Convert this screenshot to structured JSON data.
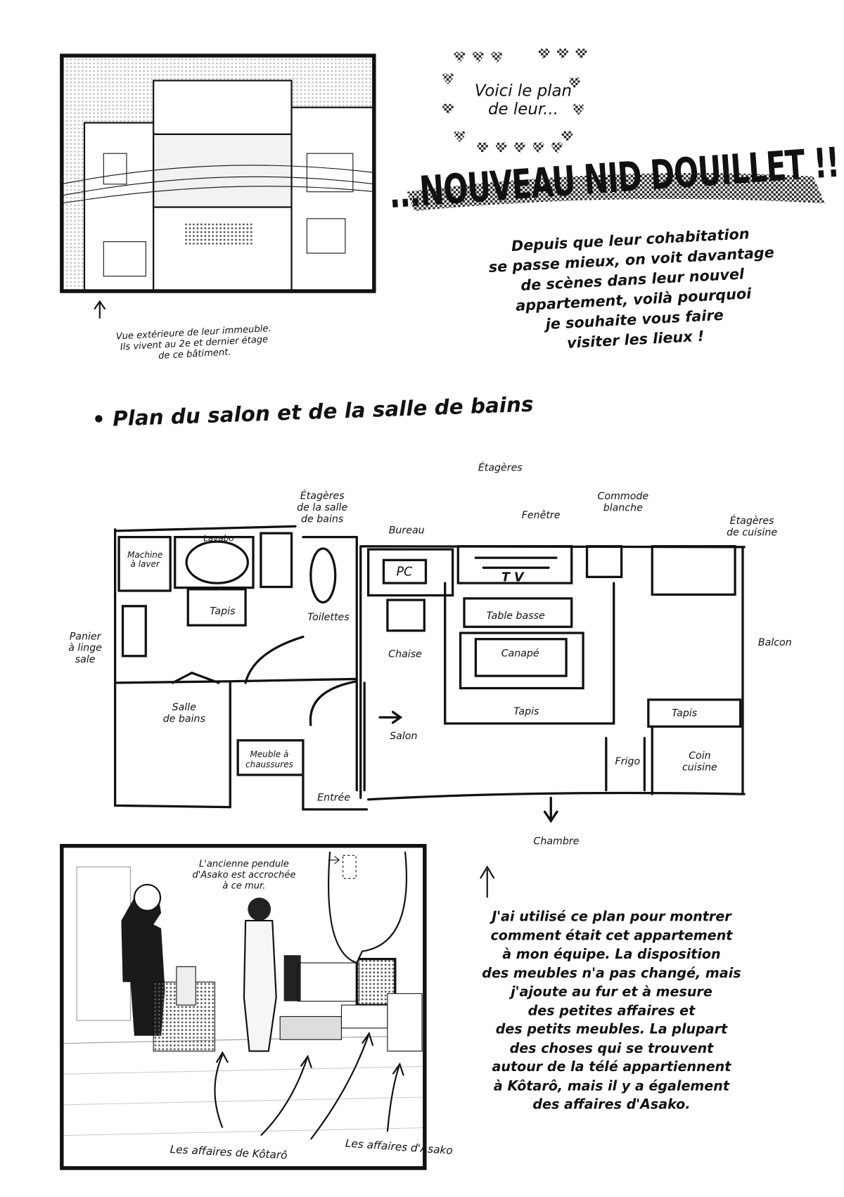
{
  "intro": {
    "lines": [
      "Voici le plan",
      "de leur..."
    ]
  },
  "title": "...NOUVEAU NID DOUILLET !!",
  "body_top": {
    "lines": [
      "Depuis que leur cohabitation",
      "se passe mieux, on voit davantage",
      "de scènes dans leur nouvel",
      "appartement, voilà pourquoi",
      "je souhaite vous faire",
      "visiter les lieux !"
    ]
  },
  "building_caption": {
    "lines": [
      "Vue extérieure de leur immeuble.",
      "Ils vivent au 2e et dernier étage",
      "de ce bâtiment."
    ]
  },
  "section_heading": "• Plan du salon et de la salle de bains",
  "plan": {
    "etageres": "Étagères",
    "etageres_sdb": [
      "Étagères",
      "de la salle",
      "de bains"
    ],
    "commode": [
      "Commode",
      "blanche"
    ],
    "fenetre": "Fenêtre",
    "etageres_cuisine": [
      "Étagères",
      "de cuisine"
    ],
    "bureau": "Bureau",
    "lavabo": "Lavabo",
    "machine": [
      "Machine",
      "à laver"
    ],
    "pc": "PC",
    "tv": "T V",
    "tapis_sdb": "Tapis",
    "toilettes": "Toilettes",
    "table_basse": "Table basse",
    "panier": [
      "Panier",
      "à linge",
      "sale"
    ],
    "balcon": "Balcon",
    "canape": "Canapé",
    "chaise": "Chaise",
    "tapis_salon": "Tapis",
    "tapis_cuisine": "Tapis",
    "salle_de_bains": [
      "Salle",
      "de bains"
    ],
    "salon": "Salon",
    "meuble_chaussures": [
      "Meuble à",
      "chaussures"
    ],
    "frigo": "Frigo",
    "coin_cuisine": [
      "Coin",
      "cuisine"
    ],
    "entree": "Entrée",
    "chambre": "Chambre"
  },
  "panel_note": {
    "lines": [
      "L'ancienne pendule",
      "d'Asako est accrochée",
      "à ce mur."
    ]
  },
  "body_bottom": {
    "lines": [
      "J'ai utilisé ce plan pour montrer",
      "comment était cet appartement",
      "à mon équipe. La disposition",
      "des meubles n'a pas changé, mais",
      "j'ajoute au fur et à mesure",
      "des petites affaires et",
      "des petits meubles. La plupart",
      "des choses qui se trouvent",
      "autour de la télé appartiennent",
      "à Kôtarô, mais il y a également",
      "des affaires d'Asako."
    ]
  },
  "affaires_kotaro": "Les affaires de Kôtarô",
  "affaires_asako": "Les affaires d'Asako"
}
